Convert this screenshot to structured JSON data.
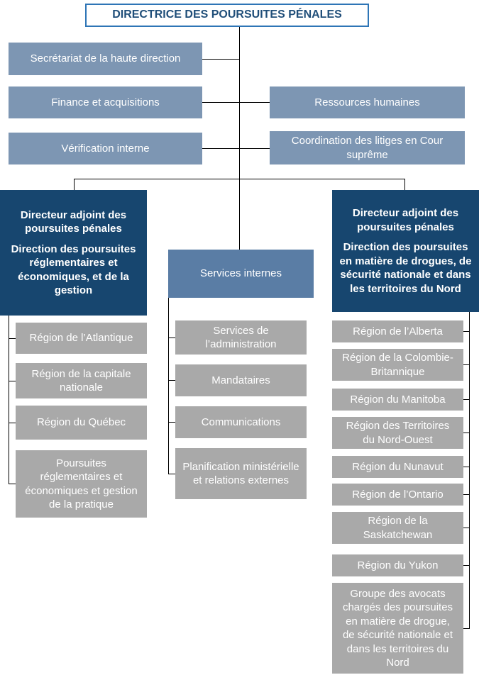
{
  "title": "DIRECTRICE DES POURSUITES PÉNALES",
  "staff": {
    "left": [
      "Secrétariat de la haute direction",
      "Finance et acquisitions",
      "Vérification interne"
    ],
    "right": [
      "Ressources humaines",
      "Coordination des litiges en Cour suprême"
    ]
  },
  "branches": {
    "left": {
      "role": "Directeur adjoint des poursuites pénales",
      "unit": "Direction des poursuites réglementaires et économiques, et de la gestion",
      "children": [
        "Région de l’Atlantique",
        "Région de la capitale nationale",
        "Région du Québec",
        "Poursuites réglementaires et économiques et gestion de la pratique"
      ]
    },
    "middle": {
      "title": "Services internes",
      "children": [
        "Services de l’administration",
        "Mandataires",
        "Communications",
        "Planification ministérielle et relations externes"
      ]
    },
    "right": {
      "role": "Directeur adjoint des poursuites pénales",
      "unit": "Direction des poursuites en matière de drogues, de sécurité nationale et dans les territoires du Nord",
      "children": [
        "Région de l’Alberta",
        "Région de la Colombie-Britannique",
        "Région du Manitoba",
        "Région des Territoires du Nord-Ouest",
        "Région du Nunavut",
        "Région de l’Ontario",
        "Région de la Saskatchewan",
        "Région du Yukon",
        "Groupe des avocats chargés des poursuites en matière de drogue, de sécurité nationale et dans les territoires du Nord"
      ]
    }
  },
  "colors": {
    "navy": "#17466F",
    "steel_blue": "#7D96B3",
    "medium_blue": "#5A7DA5",
    "gray": "#A9A9A9",
    "title_border": "#2E75B6",
    "title_text": "#1F4E79",
    "connector": "#000000"
  }
}
